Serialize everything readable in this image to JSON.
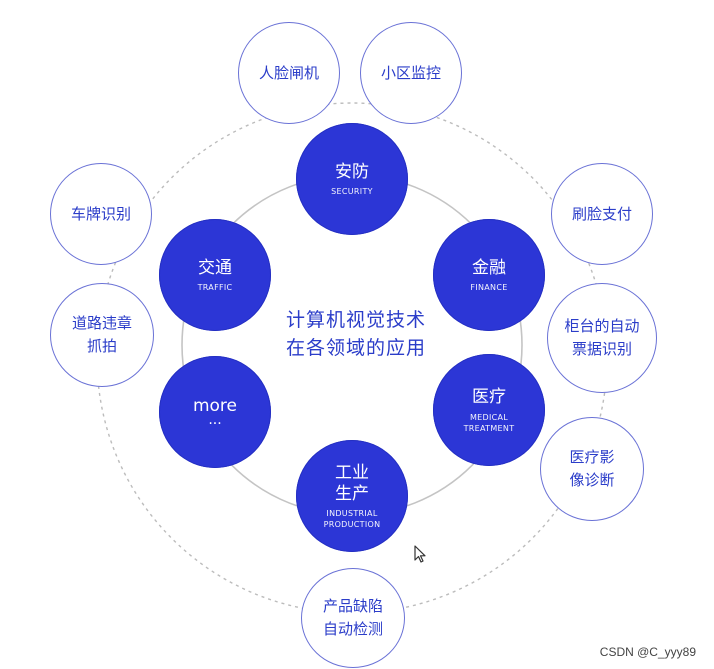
{
  "center_title": {
    "line1": "计算机视觉技术",
    "line2": "在各领域的应用"
  },
  "domains": [
    {
      "name": "安防",
      "en": "SECURITY"
    },
    {
      "name": "金融",
      "en": "FINANCE"
    },
    {
      "name": "医疗",
      "en_line1": "MEDICAL",
      "en_line2": "TREATMENT"
    },
    {
      "name_line1": "工业",
      "name_line2": "生产",
      "en_line1": "INDUSTRIAL",
      "en_line2": "PRODUCTION"
    },
    {
      "name": "more",
      "dots": "···"
    },
    {
      "name": "交通",
      "en": "TRAFFIC"
    }
  ],
  "applications": [
    {
      "line1": "人脸闸机"
    },
    {
      "line1": "小区监控"
    },
    {
      "line1": "刷脸支付"
    },
    {
      "line1": "柜台的自动",
      "line2": "票据识别"
    },
    {
      "line1": "医疗影",
      "line2": "像诊断"
    },
    {
      "line1": "产品缺陷",
      "line2": "自动检测"
    },
    {
      "line1": "道路违章",
      "line2": "抓拍"
    },
    {
      "line1": "车牌识别"
    }
  ],
  "colors": {
    "accent": "#2c36d6",
    "text": "#2b3dc9",
    "outline": "#6a72d6",
    "ring": "#bdbdbd"
  },
  "icons": {
    "cursor": "mouse-pointer-icon"
  },
  "watermark": "CSDN @C_yyy89"
}
